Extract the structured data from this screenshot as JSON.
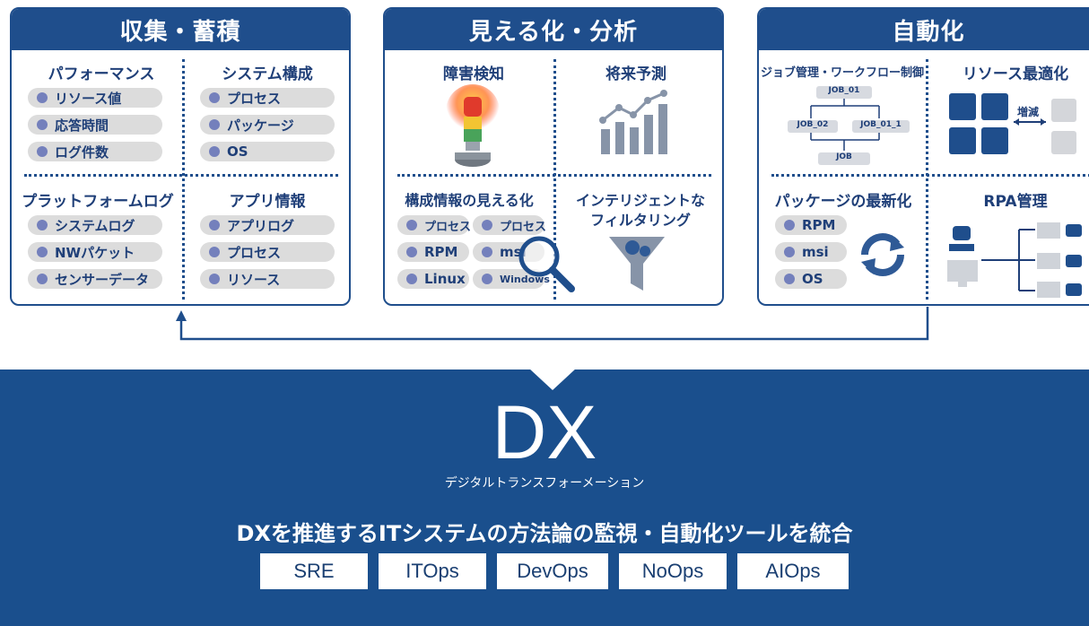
{
  "panels": {
    "collect": {
      "title": "収集・蓄積",
      "perf": {
        "title": "パフォーマンス",
        "items": [
          "リソース値",
          "応答時間",
          "ログ件数"
        ]
      },
      "system": {
        "title": "システム構成",
        "items": [
          "プロセス",
          "パッケージ",
          "OS"
        ]
      },
      "platform": {
        "title": "プラットフォームログ",
        "items": [
          "システムログ",
          "NWパケット",
          "センサーデータ"
        ]
      },
      "app": {
        "title": "アプリ情報",
        "items": [
          "アプリログ",
          "プロセス",
          "リソース"
        ]
      }
    },
    "visual": {
      "title": "見える化・分析",
      "fault": {
        "title": "障害検知"
      },
      "forecast": {
        "title": "将来予測"
      },
      "config": {
        "title": "構成情報の見える化",
        "items": [
          "プロセス",
          "プロセス",
          "RPM",
          "msi",
          "Linux",
          "Windows"
        ]
      },
      "filter": {
        "title_line1": "インテリジェントな",
        "title_line2": "フィルタリング"
      }
    },
    "auto": {
      "title": "自動化",
      "job": {
        "title": "ジョブ管理・ワークフロー制御",
        "jobs": [
          "JOB_01",
          "JOB_02",
          "JOB_01_1",
          "JOB"
        ]
      },
      "resource": {
        "title": "リソース最適化",
        "label": "増減"
      },
      "package": {
        "title": "パッケージの最新化",
        "items": [
          "RPM",
          "msi",
          "OS"
        ]
      },
      "rpa": {
        "title": "RPA管理"
      }
    }
  },
  "dx": {
    "title": "DX",
    "subtitle": "デジタルトランスフォーメーション",
    "message": "DXを推進するITシステムの方法論の監視・自動化ツールを統合",
    "tags": [
      "SRE",
      "ITOps",
      "DevOps",
      "NoOps",
      "AIOps"
    ]
  },
  "colors": {
    "navy": "#1f4e8c",
    "dx_bg": "#1a4f8d",
    "pill": "#dcdcdc",
    "dot": "#7480bc"
  }
}
